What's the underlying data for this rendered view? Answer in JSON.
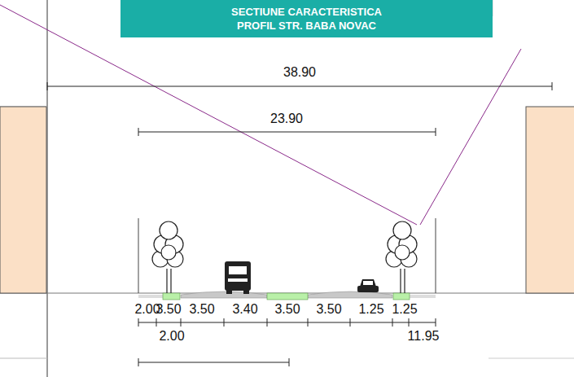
{
  "diagram": {
    "title": "SECTIUNE CARACTERISTICA PROFIL STR. BABA NOVAC",
    "labels": [
      "38.90",
      "23.90",
      "2.00",
      "3.50",
      "3.50",
      "3.40",
      "3.50",
      "3.50",
      "1.25",
      "1.25",
      "2.00",
      "11.95"
    ]
  }
}
